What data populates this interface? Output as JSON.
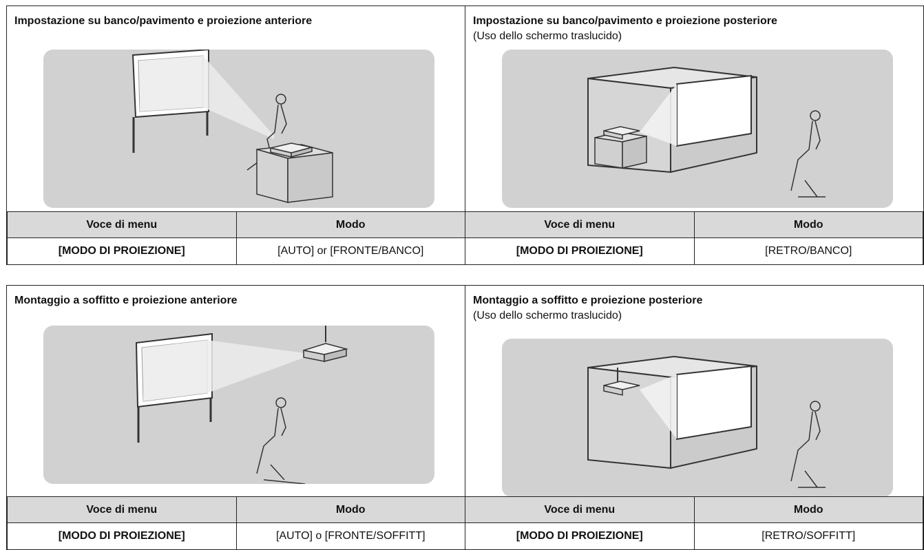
{
  "sections": [
    {
      "title": "Impostazione su banco/pavimento e proiezione anteriore",
      "subtitle": "",
      "table": {
        "col_item": "Voce di menu",
        "col_mode": "Modo",
        "item": "[MODO DI PROIEZIONE]",
        "mode": "[AUTO] or [FRONTE/BANCO]"
      }
    },
    {
      "title": "Impostazione su banco/pavimento e proiezione posteriore",
      "subtitle": "(Uso dello schermo traslucido)",
      "table": {
        "col_item": "Voce di menu",
        "col_mode": "Modo",
        "item": "[MODO DI PROIEZIONE]",
        "mode": "[RETRO/BANCO]"
      }
    },
    {
      "title": "Montaggio a soffitto e proiezione anteriore",
      "subtitle": "",
      "table": {
        "col_item": "Voce di menu",
        "col_mode": "Modo",
        "item": "[MODO DI PROIEZIONE]",
        "mode": "[AUTO] o [FRONTE/SOFFITT]"
      }
    },
    {
      "title": "Montaggio a soffitto e proiezione posteriore",
      "subtitle": "(Uso dello schermo traslucido)",
      "table": {
        "col_item": "Voce di menu",
        "col_mode": "Modo",
        "item": "[MODO DI PROIEZIONE]",
        "mode": "[RETRO/SOFFITT]"
      }
    }
  ],
  "colors": {
    "illustration_bg": "#d1d1d1",
    "table_header_bg": "#d9d9d9",
    "border": "#222222"
  },
  "icons": [
    "screen-icon",
    "projector-icon",
    "person-icon",
    "table-stand-icon",
    "projection-beam-icon",
    "rear-projection-box-icon"
  ]
}
